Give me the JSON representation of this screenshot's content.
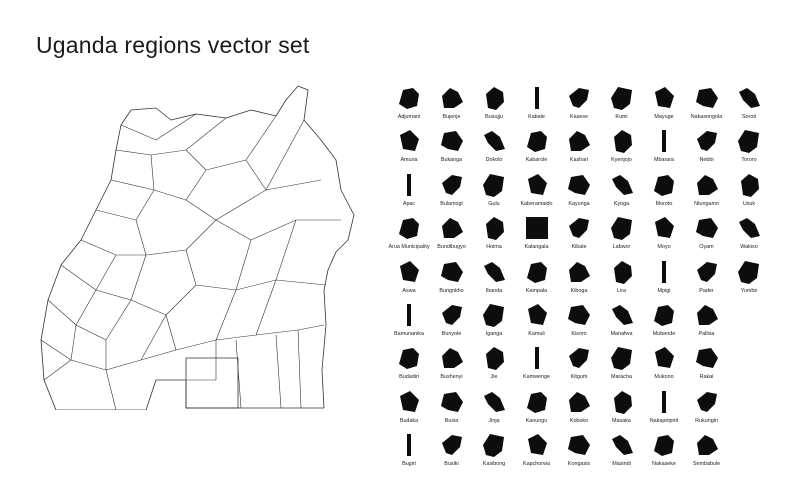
{
  "title": "Uganda regions vector set",
  "regions": [
    [
      "Adjumani",
      "Bujenje",
      "Busujju",
      "Kabale",
      "Kasese",
      "Kumi",
      "Mayuge",
      "Nakasongola",
      "Soroti"
    ],
    [
      "Amuria",
      "Bukanga",
      "Dokolo",
      "Kabarole",
      "Kashari",
      "Kyenjojo",
      "Mbarara",
      "Nebbi",
      "Tororo"
    ],
    [
      "Apac",
      "Bulamogi",
      "Gulu",
      "Kaberamaido",
      "Kayunga",
      "Kyoga",
      "Moroto",
      "Ntungamo",
      "Usuk"
    ],
    [
      "Arua Municipality",
      "Bundibugyo",
      "Hoima",
      "Kalangala",
      "Kibale",
      "Labwor",
      "Moyo",
      "Oyam",
      "Wakiso"
    ],
    [
      "Aswa",
      "Bungokho",
      "Ibanda",
      "Kampala",
      "Kiboga",
      "Lira",
      "Mpigi",
      "Pader",
      "Yumbe"
    ],
    [
      "Bamunanika",
      "Bunyole",
      "Iganga",
      "Kamuli",
      "Kisoro",
      "Manafwa",
      "Mubende",
      "Pallisa"
    ],
    [
      "Budadiri",
      "Bushenyi",
      "Jie",
      "Kamwenge",
      "Kitgum",
      "Maracha",
      "Mukono",
      "Rakai"
    ],
    [
      "Budaka",
      "Busia",
      "Jinja",
      "Kanungu",
      "Koboko",
      "Masaka",
      "Nakapiripirit",
      "Rukungiri"
    ],
    [
      "Bugiri",
      "Busiki",
      "Kasibong",
      "Kapchorwa",
      "Kongasis",
      "Masindi",
      "Nakaseke",
      "Sembabule"
    ]
  ]
}
